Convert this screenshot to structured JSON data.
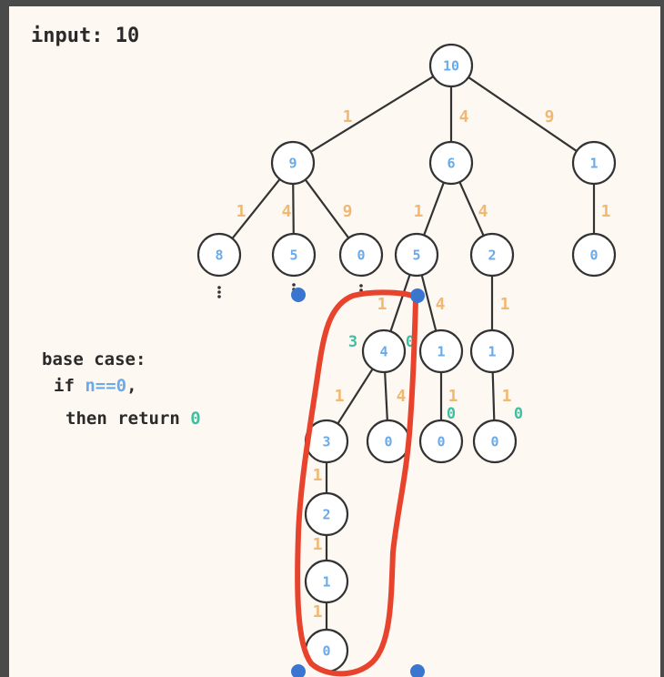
{
  "header": {
    "title": "input: 10"
  },
  "base_case": {
    "line1": "base case:",
    "line2_prefix": "if ",
    "line2_expr": "n==0",
    "line2_suffix": ",",
    "line3_prefix": "then return ",
    "line3_value": "0"
  },
  "colors": {
    "node_fill": "#ffffff",
    "node_text": "#6aaae8",
    "edge_label": "#f0b870",
    "edge_label_alt": "#3ec0a0",
    "highlight": "#e8432c",
    "marker": "#3a76d0",
    "background": "#fdf8f2"
  },
  "tree": {
    "nodes": [
      {
        "id": "n10",
        "label": "10"
      },
      {
        "id": "n9",
        "label": "9"
      },
      {
        "id": "n6",
        "label": "6"
      },
      {
        "id": "n1a",
        "label": "1"
      },
      {
        "id": "n8",
        "label": "8"
      },
      {
        "id": "n5a",
        "label": "5"
      },
      {
        "id": "n0a",
        "label": "0"
      },
      {
        "id": "n5b",
        "label": "5"
      },
      {
        "id": "n2a",
        "label": "2"
      },
      {
        "id": "n0b",
        "label": "0"
      },
      {
        "id": "n4",
        "label": "4"
      },
      {
        "id": "n1b",
        "label": "1"
      },
      {
        "id": "n1c",
        "label": "1"
      },
      {
        "id": "n3",
        "label": "3"
      },
      {
        "id": "n0c",
        "label": "0"
      },
      {
        "id": "n0d",
        "label": "0"
      },
      {
        "id": "n0e",
        "label": "0"
      },
      {
        "id": "n2b",
        "label": "2"
      },
      {
        "id": "n1d",
        "label": "1"
      },
      {
        "id": "n0f",
        "label": "0"
      }
    ],
    "edges": [
      {
        "from": "n10",
        "to": "n9",
        "label": "1",
        "tone": "orange"
      },
      {
        "from": "n10",
        "to": "n6",
        "label": "4",
        "tone": "orange"
      },
      {
        "from": "n10",
        "to": "n1a",
        "label": "9",
        "tone": "orange"
      },
      {
        "from": "n9",
        "to": "n8",
        "label": "1",
        "tone": "orange"
      },
      {
        "from": "n9",
        "to": "n5a",
        "label": "4",
        "tone": "orange"
      },
      {
        "from": "n9",
        "to": "n0a",
        "label": "9",
        "tone": "orange"
      },
      {
        "from": "n6",
        "to": "n5b",
        "label": "1",
        "tone": "orange"
      },
      {
        "from": "n6",
        "to": "n2a",
        "label": "4",
        "tone": "orange"
      },
      {
        "from": "n1a",
        "to": "n0b",
        "label": "1",
        "tone": "orange"
      },
      {
        "from": "n5b",
        "to": "n4",
        "label": "1",
        "tone": "orange"
      },
      {
        "from": "n5b",
        "to": "n1b",
        "label": "4",
        "tone": "orange"
      },
      {
        "from": "n2a",
        "to": "n1c",
        "label": "1",
        "tone": "orange"
      },
      {
        "from": "n4",
        "to": "n3",
        "label": "1",
        "tone": "orange"
      },
      {
        "from": "n4",
        "to": "n0c",
        "label": "4",
        "tone": "orange"
      },
      {
        "from": "n1b",
        "to": "n0d",
        "label": "1",
        "tone": "orange"
      },
      {
        "from": "n1c",
        "to": "n0e",
        "label": "1",
        "tone": "orange"
      },
      {
        "from": "n3",
        "to": "n2b",
        "label": "1",
        "tone": "orange"
      },
      {
        "from": "n2b",
        "to": "n1d",
        "label": "1",
        "tone": "orange"
      },
      {
        "from": "n1d",
        "to": "n0f",
        "label": "1",
        "tone": "orange"
      }
    ],
    "annotations": [
      {
        "near": "n4",
        "text": "3",
        "tone": "green"
      },
      {
        "near": "n4",
        "text": "0",
        "tone": "green"
      },
      {
        "near": "n0d",
        "text": "0",
        "tone": "green"
      },
      {
        "near": "n0e",
        "text": "0",
        "tone": "green"
      }
    ],
    "ellipsis_under": [
      "n8",
      "n5a",
      "n0a"
    ],
    "markers": [
      "under-n5a",
      "under-n5b",
      "under-n0f",
      "bottom-right"
    ]
  }
}
